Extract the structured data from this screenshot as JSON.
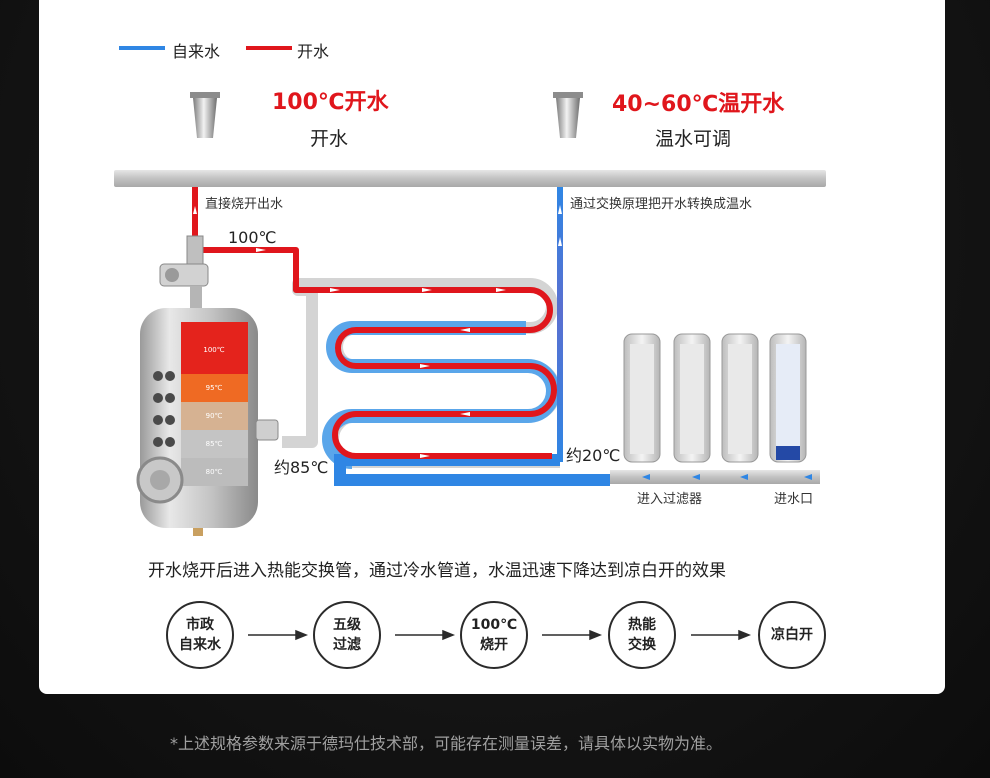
{
  "legend": {
    "tap_water": {
      "label": "自来水",
      "color": "#2f86e4"
    },
    "boiling_water": {
      "label": "开水",
      "color": "#e0161c"
    }
  },
  "outlets": [
    {
      "title": "100℃开水",
      "subtitle": "开水"
    },
    {
      "title": "40~60℃温开水",
      "subtitle": "温水可调"
    }
  ],
  "notes": {
    "direct": "直接烧开出水",
    "exchange": "通过交换原理把开水转换成温水"
  },
  "temperatures": {
    "t100": "100℃",
    "t85": "约85℃",
    "t20": "约20℃"
  },
  "tank_levels": [
    "100℃",
    "95℃",
    "90℃",
    "85℃",
    "80℃"
  ],
  "filter_labels": {
    "into_filter": "进入过滤器",
    "inlet": "进水口"
  },
  "caption": "开水烧开后进入热能交换管，通过冷水管道，水温迅速下降达到凉白开的效果",
  "process_steps": [
    {
      "line1": "市政",
      "line2": "自来水"
    },
    {
      "line1": "五级",
      "line2": "过滤"
    },
    {
      "line1": "100℃",
      "line2": "烧开"
    },
    {
      "line1": "热能",
      "line2": "交换"
    },
    {
      "line1": "凉白开",
      "line2": ""
    }
  ],
  "footnote": "*上述规格参数来源于德玛仕技术部，可能存在测量误差，请具体以实物为准。",
  "colors": {
    "red": "#e0161c",
    "blue": "#2f86e4",
    "gray_pipe": "#c8c8c8"
  }
}
